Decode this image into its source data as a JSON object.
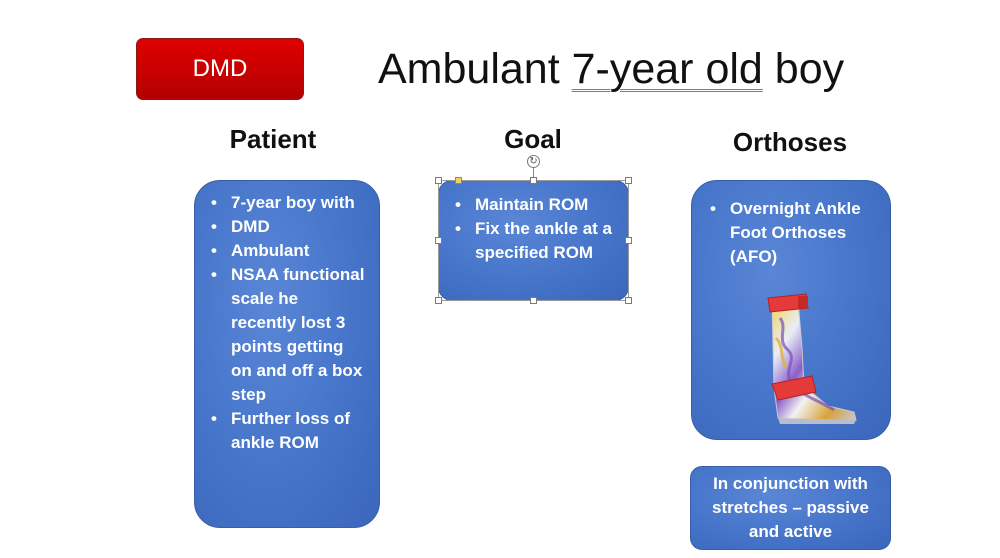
{
  "tag": {
    "label": "DMD",
    "color": "#d40000"
  },
  "title": {
    "prefix": "Ambulant ",
    "underlined": "7-year old",
    "suffix": " boy"
  },
  "columns": {
    "patient": {
      "heading": "Patient",
      "bullets": [
        "7-year boy with",
        "DMD",
        "Ambulant",
        "NSAA functional scale he recently lost 3 points  getting on and off a box step",
        "Further loss  of ankle ROM"
      ]
    },
    "goal": {
      "heading": "Goal",
      "bullets": [
        "Maintain ROM",
        "Fix the ankle at a specified ROM"
      ]
    },
    "orthoses": {
      "heading": "Orthoses",
      "bullets": [
        "Overnight Ankle Foot Orthoses (AFO)"
      ],
      "image": "ankle-foot-orthosis-picture",
      "note": "In conjunction with stretches – passive and active"
    }
  },
  "colors": {
    "box_blue": "#4574c9",
    "tag_red": "#d40000"
  }
}
